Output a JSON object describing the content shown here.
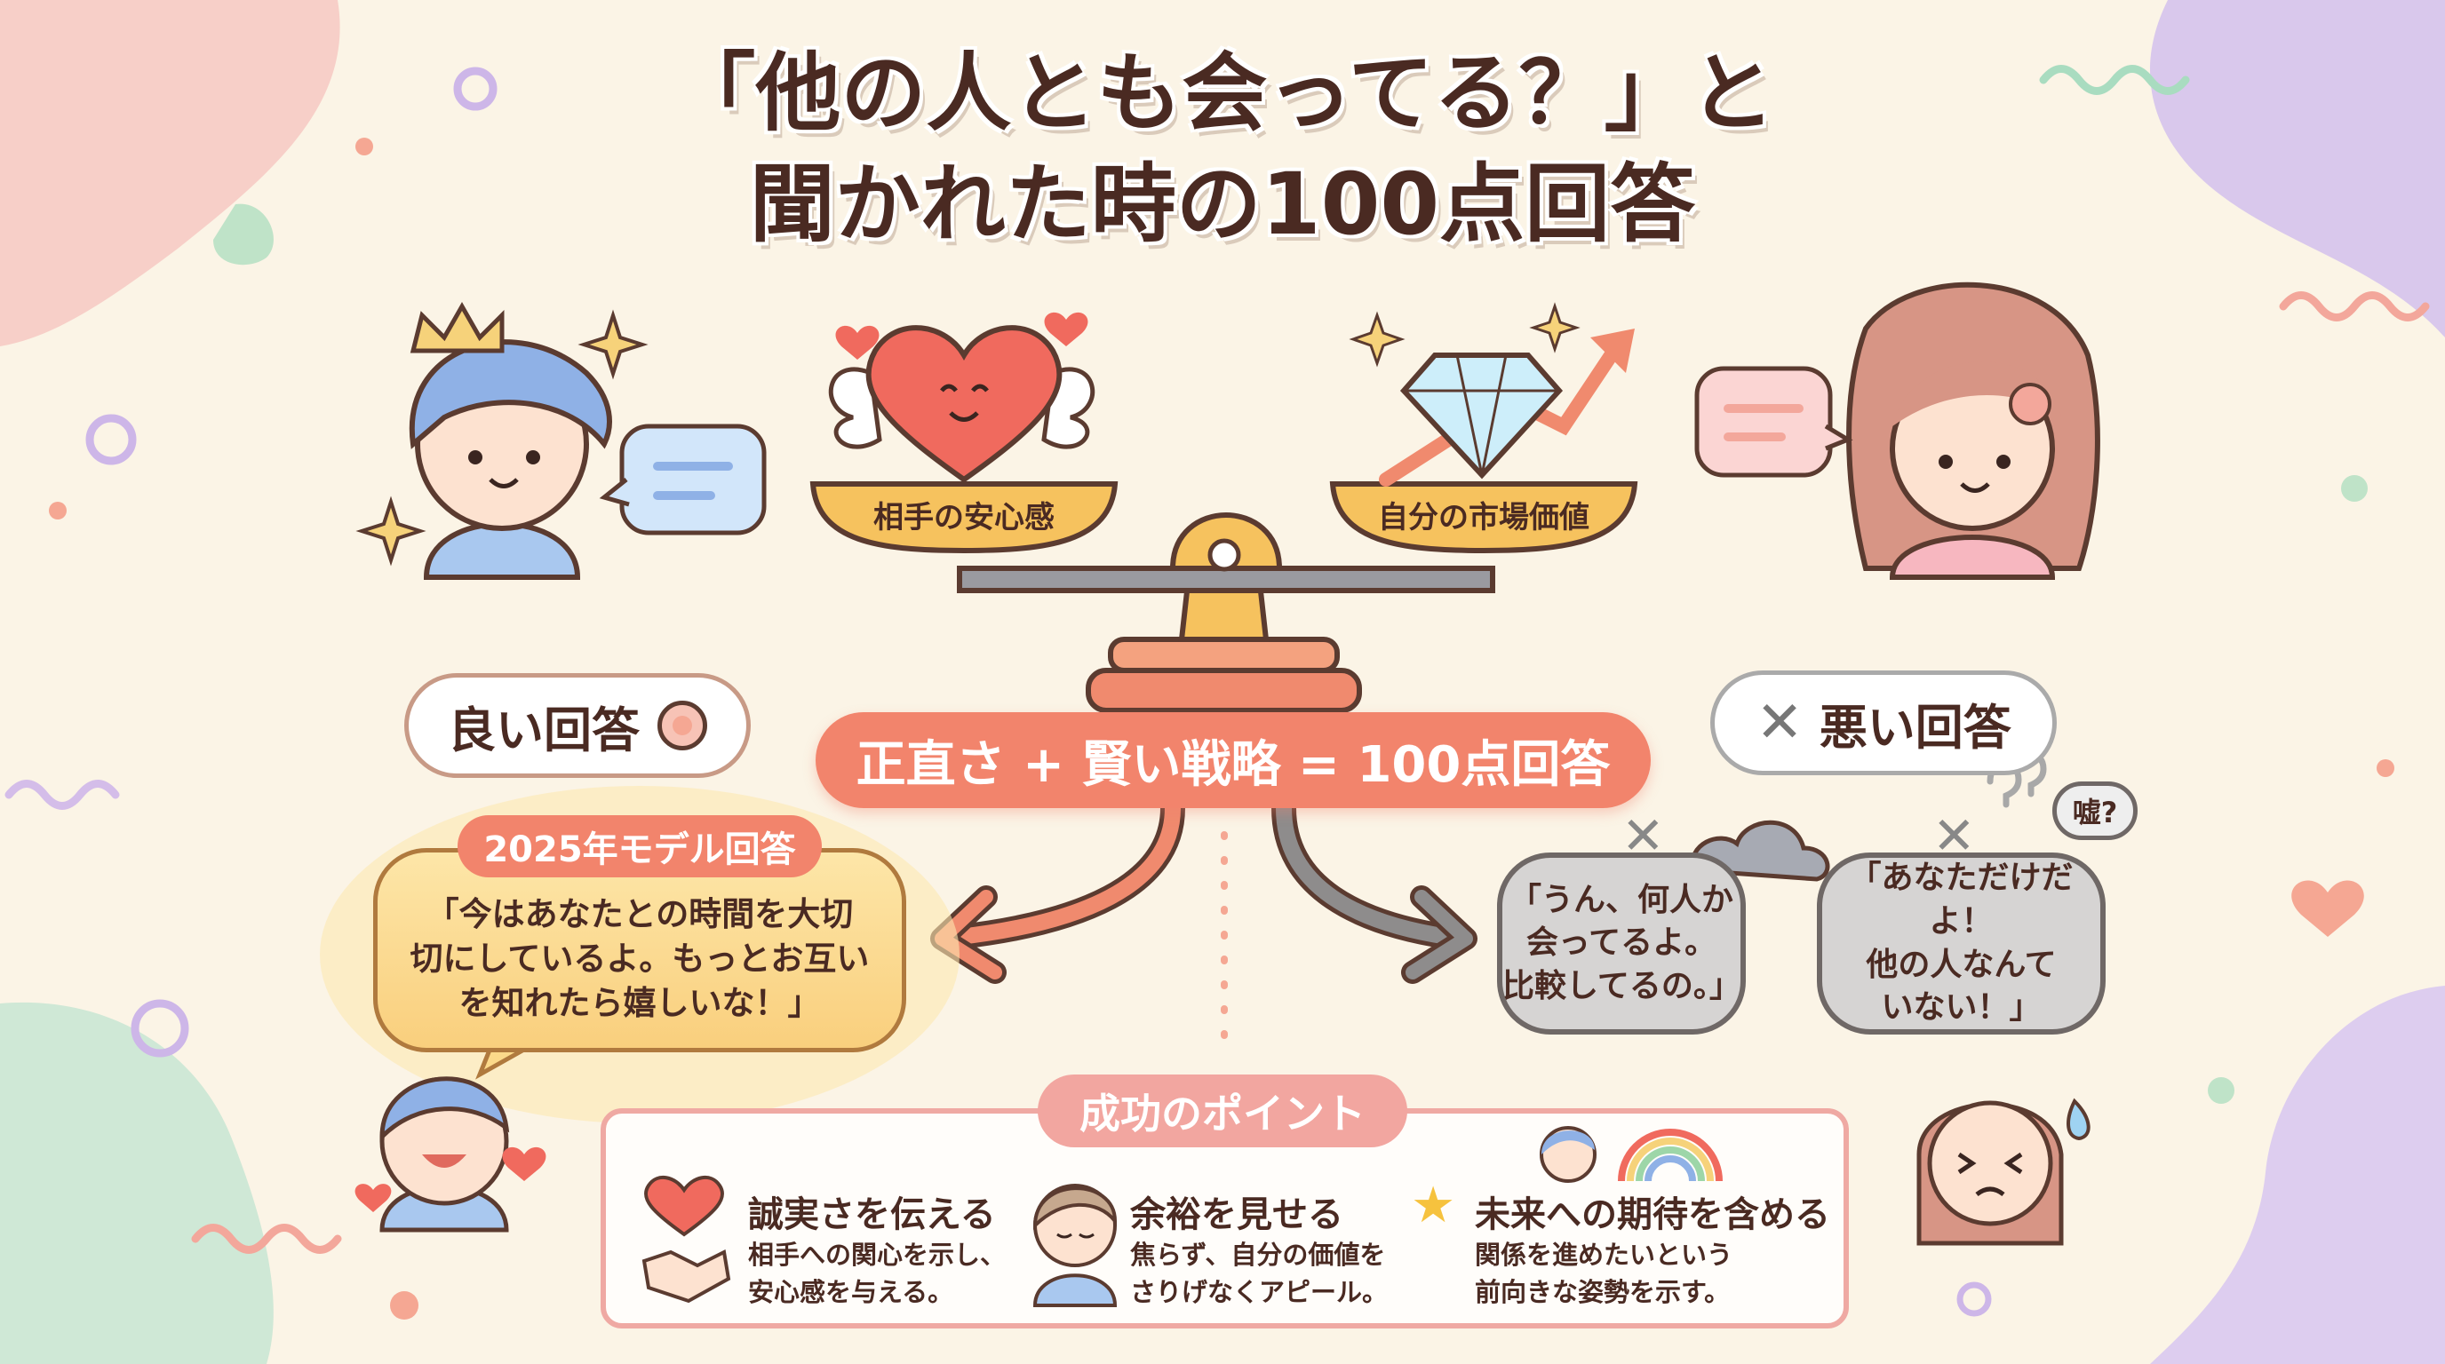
{
  "title": {
    "line1": "「他の人とも会ってる？」と",
    "line2": "聞かれた時の100点回答"
  },
  "scale": {
    "left_pan_label": "相手の安心感",
    "right_pan_label": "自分の市場価値"
  },
  "good_answer": {
    "label": "良い回答",
    "tag": "2025年モデル回答",
    "quote_lines": [
      "「今はあなたとの時間を大切",
      "切にしているよ。もっとお互い",
      "を知れたら嬉しいな！」"
    ]
  },
  "formula": "正直さ + 賢い戦略 = 100点回答",
  "bad_answer": {
    "label": "悪い回答",
    "quotes": [
      {
        "lines": [
          "「うん、何人か",
          "会ってるよ。",
          "比較してるの。」"
        ]
      },
      {
        "lines": [
          "「あなただけだよ！",
          "他の人なんて",
          "いない！」"
        ],
        "aside": "嘘?"
      }
    ]
  },
  "points": {
    "tag": "成功のポイント",
    "items": [
      {
        "title": "誠実さを伝える",
        "desc": [
          "相手への関心を示し、",
          "安心感を与える。"
        ],
        "icon": "heart-handshake-icon"
      },
      {
        "title": "余裕を見せる",
        "desc": [
          "焦らず、自分の価値を",
          "さりげなくアピール。"
        ],
        "icon": "calm-person-icon"
      },
      {
        "title": "未来への期待を含める",
        "desc": [
          "関係を進めたいという",
          "前向きな姿勢を示す。"
        ],
        "icon": "star-icon"
      }
    ]
  },
  "colors": {
    "background": "#fbf4e6",
    "accent": "#f07e6a",
    "good": "#fbd98a",
    "bad": "#d6d4d3",
    "text": "#4a2a22"
  }
}
